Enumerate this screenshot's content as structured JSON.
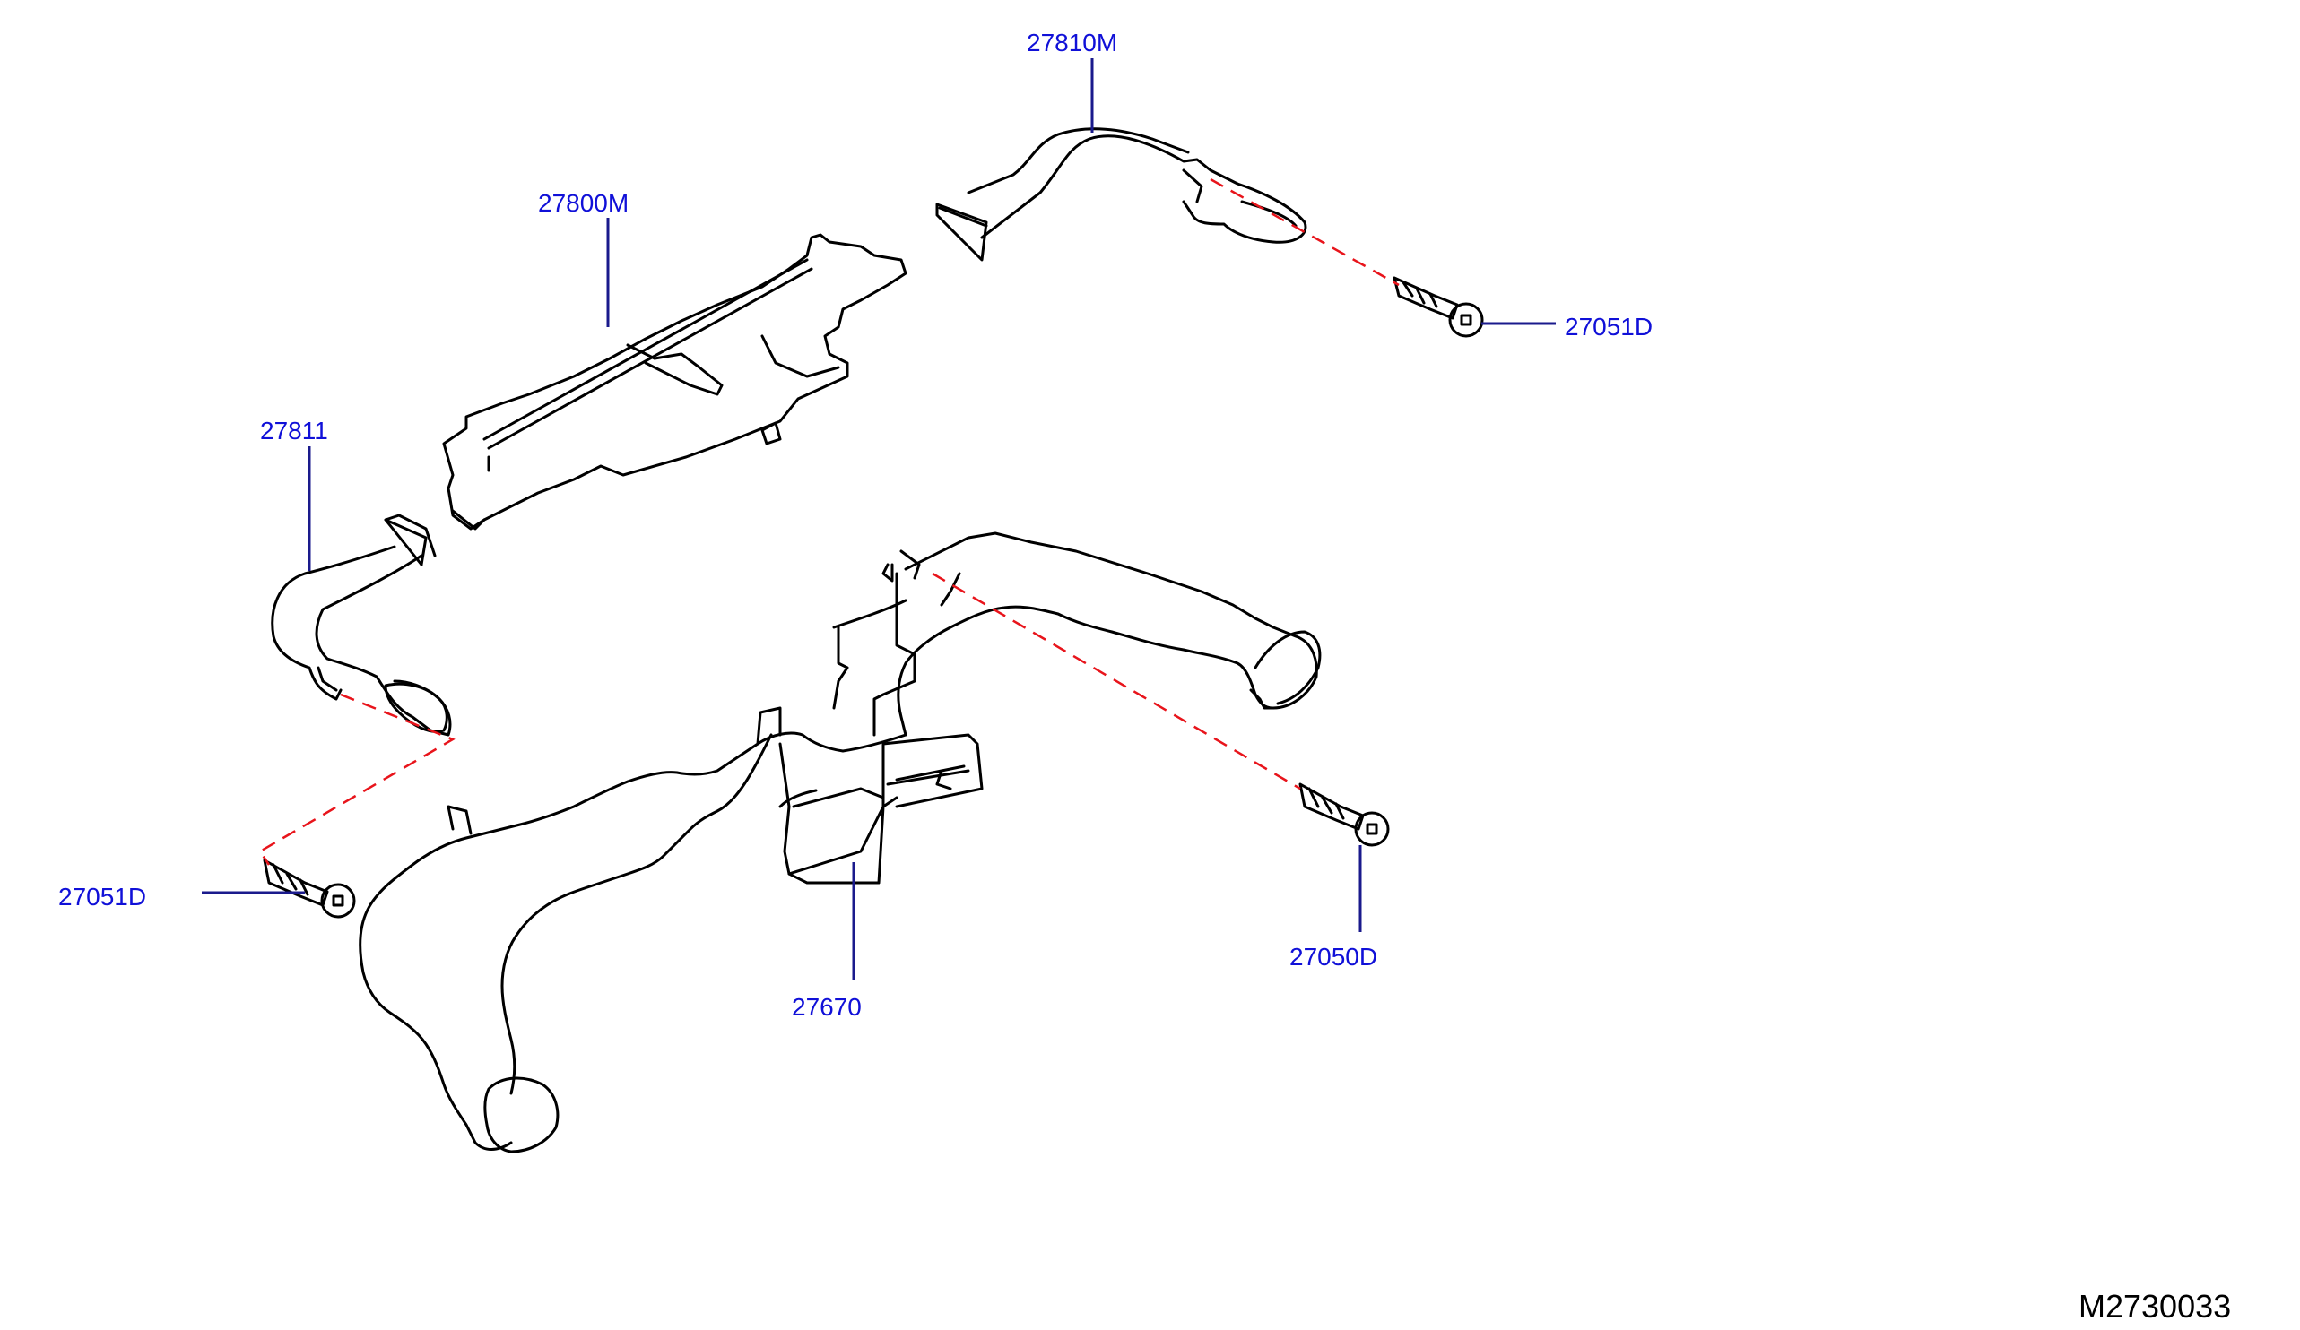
{
  "diagram": {
    "id": "M2730033",
    "colors": {
      "callout_text": "#1010d8",
      "leader_line": "#1a1a8c",
      "dashed_link": "#e8141b",
      "drawing": "#000000"
    },
    "callouts": {
      "duct_right_side": "27810M",
      "duct_center_top": "27800M",
      "duct_left_side": "27811",
      "screw_right_upper": "27051D",
      "screw_left_lower": "27051D",
      "screw_right_lower": "27050D",
      "duct_main_lower": "27670"
    }
  }
}
